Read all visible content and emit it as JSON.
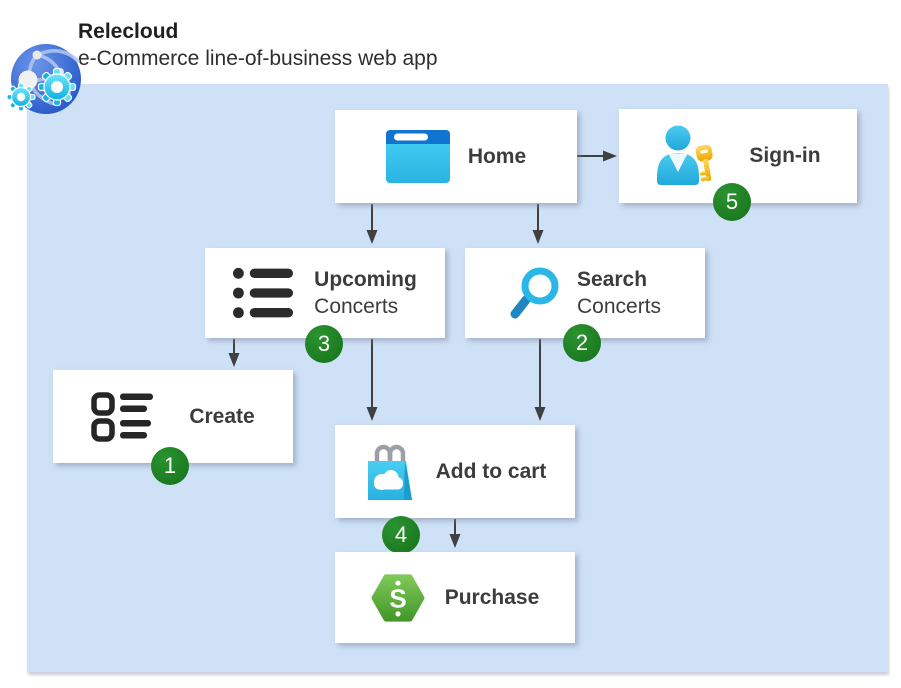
{
  "header": {
    "title": "Relecloud",
    "subtitle": "e-Commerce line-of-business web app",
    "logo_icon": "globe-gears-icon"
  },
  "nodes": {
    "home": {
      "label": "Home",
      "icon": "browser-window-icon"
    },
    "signin": {
      "label": "Sign-in",
      "icon": "user-key-icon",
      "badge": "5"
    },
    "upcoming": {
      "label_line1": "Upcoming",
      "label_line2": "Concerts",
      "icon": "bulleted-list-icon",
      "badge": "3"
    },
    "search": {
      "label_line1": "Search",
      "label_line2": "Concerts",
      "icon": "magnifier-icon",
      "badge": "2"
    },
    "create": {
      "label": "Create",
      "icon": "form-list-icon",
      "badge": "1"
    },
    "add_to_cart": {
      "label": "Add to cart",
      "icon": "shopping-bag-cloud-icon",
      "badge": "4"
    },
    "purchase": {
      "label": "Purchase",
      "icon": "dollar-hexagon-icon"
    }
  },
  "flows": [
    "home-to-signin",
    "home-to-upcoming-concerts",
    "home-to-search-concerts",
    "upcoming-to-create",
    "upcoming-to-add-to-cart",
    "search-to-add-to-cart",
    "add-to-cart-to-purchase"
  ],
  "colors": {
    "container_bg": "#cfe1f7",
    "box_bg": "#ffffff",
    "arrow": "#404040",
    "badge_green": "#15711a",
    "accent_cyan": "#2fbde9",
    "accent_blue": "#1173d2",
    "key_gold": "#f2ab00",
    "purchase_green": "#5aad3a",
    "text": "#3c3c3c"
  }
}
